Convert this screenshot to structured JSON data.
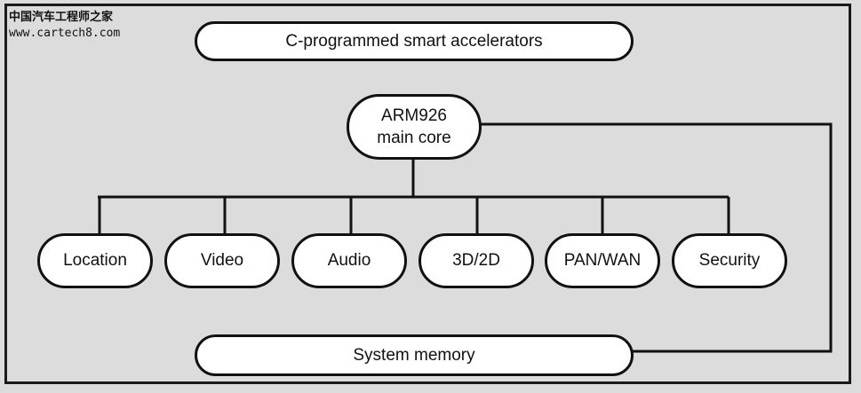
{
  "watermark": {
    "site_name_cn": "中国汽车工程师之家",
    "url": "www.cartech8.com"
  },
  "accelerators_label": "C-programmed smart accelerators",
  "core": {
    "line1": "ARM926",
    "line2": "main core"
  },
  "modules": [
    {
      "label": "Location"
    },
    {
      "label": "Video"
    },
    {
      "label": "Audio"
    },
    {
      "label": "3D/2D"
    },
    {
      "label": "PAN/WAN"
    },
    {
      "label": "Security"
    }
  ],
  "memory_label": "System memory",
  "colors": {
    "background": "#dcdcdc",
    "box_fill": "#ffffff",
    "stroke": "#111111"
  }
}
